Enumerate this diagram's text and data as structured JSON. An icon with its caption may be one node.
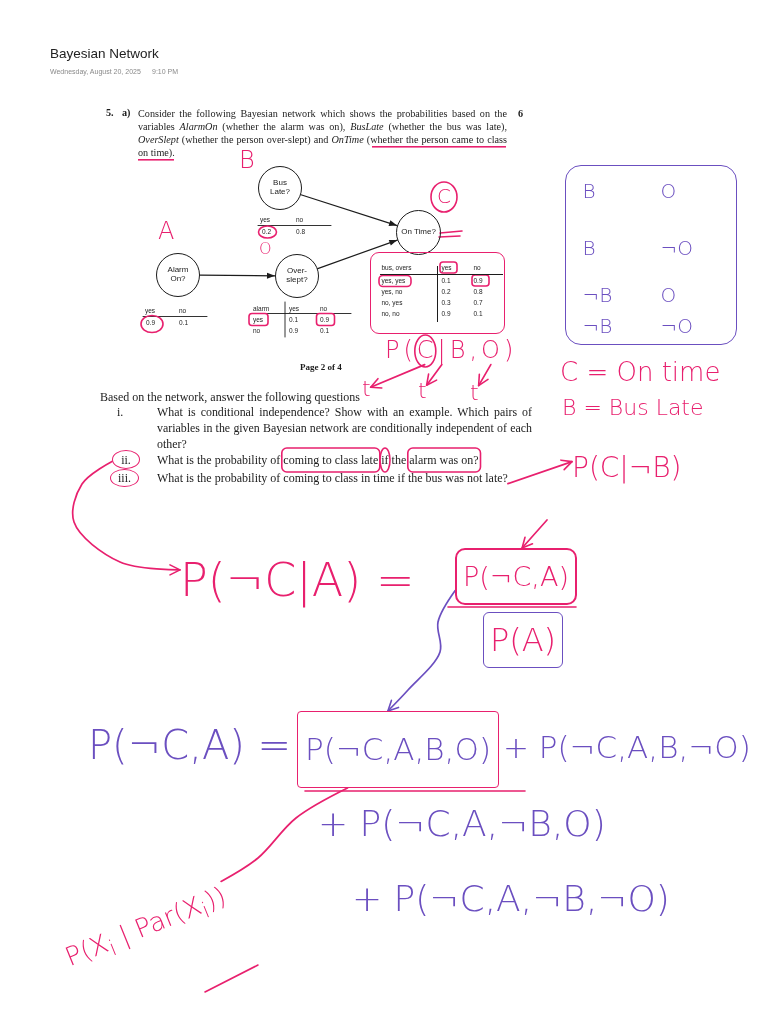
{
  "diagram": {
    "title": "Bayesian Network",
    "nodes": [
      {
        "text": [
          "Bus Late?"
        ],
        "beside": [
          "B"
        ]
      },
      {
        "text": [
          "On Time?"
        ],
        "beside": [
          "C"
        ]
      },
      {
        "text": [
          "Alarm On?"
        ],
        "beside": [
          "A"
        ]
      },
      {
        "text": [
          "Over-slept?"
        ],
        "beside": [
          "O"
        ]
      },
      {
        "text": [
          "bus, overs",
          "yes",
          "no",
          "yes, yes",
          "0.1",
          "0.9",
          "yes, no",
          "0.2",
          "0.8",
          "no, yes",
          "0.3",
          "0.7",
          "no, no",
          "0.9",
          "0.1"
        ]
      },
      {
        "text": [
          "B",
          "O",
          "B",
          "¬O",
          "¬B",
          "O",
          "¬B",
          "¬O"
        ]
      },
      {
        "text": [
          "P(C|B,O)"
        ]
      },
      {
        "text": [
          "t"
        ]
      },
      {
        "text": [
          "t"
        ]
      },
      {
        "text": [
          "t"
        ]
      },
      {
        "text": [
          "ii."
        ]
      },
      {
        "text": [
          "iii."
        ]
      },
      {
        "text": [
          "What is the probability of coming to class in time if the bus was not late?"
        ]
      },
      {
        "text": [
          "P(C|¬B)"
        ]
      },
      {
        "text": [
          "P(¬C|A) ="
        ]
      },
      {
        "text": [
          "P(¬C,A)"
        ]
      },
      {
        "text": [
          "P(A)"
        ]
      },
      {
        "text": [
          "P(¬C,A,B,O)"
        ]
      },
      {
        "text": [
          "P(X$_{i}$ | Par(X$_{i}$))"
        ]
      }
    ],
    "edges": [
      {
        "from": 0,
        "to": 1,
        "arrow": "to",
        "color": "#1c1c1c"
      },
      {
        "from": 2,
        "to": 3,
        "arrow": "to",
        "color": "#1c1c1c"
      },
      {
        "from": 3,
        "to": 1,
        "arrow": "to",
        "color": "#1c1c1c"
      },
      {
        "from": 6,
        "to": 7,
        "arrow": "to"
      },
      {
        "from": 6,
        "to": 8,
        "arrow": "to"
      },
      {
        "from": 6,
        "to": 9,
        "arrow": "to"
      },
      {
        "from": 10,
        "to": 14,
        "arrow": "to"
      },
      {
        "from": 12,
        "to": 13,
        "arrow": "to"
      },
      {
        "from": null,
        "to": 15,
        "arrow": "to"
      },
      {
        "from": 15,
        "to": 17,
        "arrow": "to",
        "color": "#6b4fc0"
      },
      {
        "from": 17,
        "to": 18,
        "arrow": "none"
      }
    ],
    "labels": [
      "Wednesday, August 20, 2025",
      "9:10 PM",
      "5.",
      "a)",
      "Consider the following Bayesian network which shows the probabilities based on the variables *AlarmOn* (whether the alarm was on), *BusLate* (whether the bus was late), *OverSlept* (whether the person over-slept) and *OnTime* (whether the person came to class on time).",
      "6",
      "yes",
      "no",
      "0.2",
      "0.8",
      "yes",
      "no",
      "0.9",
      "0.1",
      "alarm",
      "yes",
      "no",
      "yes",
      "0.1",
      "0.9",
      "no",
      "0.9",
      "0.1",
      "Page 2 of 4",
      "C = On time",
      "B = Bus Late",
      "Based on the network, answer the following questions",
      "i.",
      "What is conditional independence? Show with an example. Which pairs of variables in the given Bayesian network are conditionally independent of each other?",
      "What is the probability of coming to class late if the alarm was on?",
      "P(¬C,A) =",
      "+ P(¬C,A,B,¬O)",
      "+ P(¬C,A,¬B,O)",
      "+ P(¬C,A,¬B,¬O)"
    ]
  }
}
